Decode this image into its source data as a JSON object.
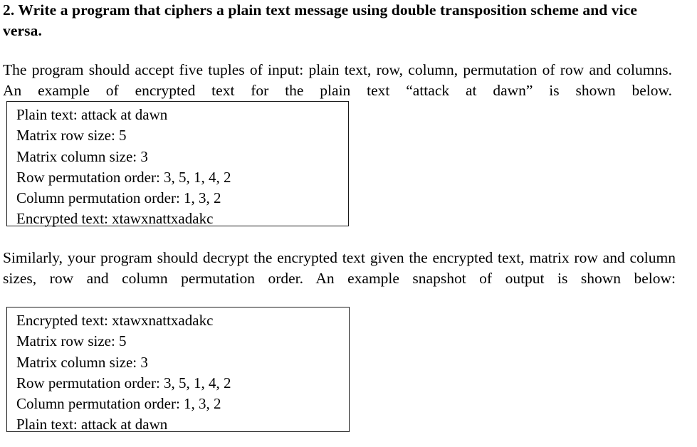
{
  "document": {
    "question": {
      "number": "2.",
      "heading": "2. Write a program that ciphers a plain text message using double transposition scheme and vice versa."
    },
    "paragraphs": {
      "intro": "The program should accept five tuples of input: plain text, row, column, permutation of row and columns. An example of encrypted text for the plain text “attack at dawn” is shown below.",
      "similarly": "Similarly, your program should decrypt the encrypted text given the encrypted text, matrix row and column sizes, row and column permutation order. An example snapshot of output is shown below:"
    },
    "encryption_example": {
      "lines": [
        "Plain text: attack at dawn",
        "Matrix row size: 5",
        "Matrix column size: 3",
        "Row permutation order: 3, 5, 1, 4, 2",
        "Column permutation order: 1, 3, 2",
        "Encrypted text: xtawxnattxadakc"
      ],
      "fields": {
        "plain_text": "attack at dawn",
        "matrix_row_size": "5",
        "matrix_column_size": "3",
        "row_permutation_order": "3, 5, 1, 4, 2",
        "column_permutation_order": "1, 3, 2",
        "encrypted_text": "xtawxnattxadakc"
      }
    },
    "decryption_example": {
      "lines": [
        "Encrypted text: xtawxnattxadakc",
        "Matrix row size: 5",
        "Matrix column size: 3",
        "Row permutation order: 3, 5, 1, 4, 2",
        "Column permutation order: 1, 3, 2",
        "Plain text: attack at dawn"
      ],
      "fields": {
        "encrypted_text": "xtawxnattxadakc",
        "matrix_row_size": "5",
        "matrix_column_size": "3",
        "row_permutation_order": "3, 5, 1, 4, 2",
        "column_permutation_order": "1, 3, 2",
        "plain_text": "attack at dawn"
      }
    },
    "colors": {
      "text": "#000000",
      "background": "#ffffff",
      "box_border": "#1a1a1a"
    }
  }
}
